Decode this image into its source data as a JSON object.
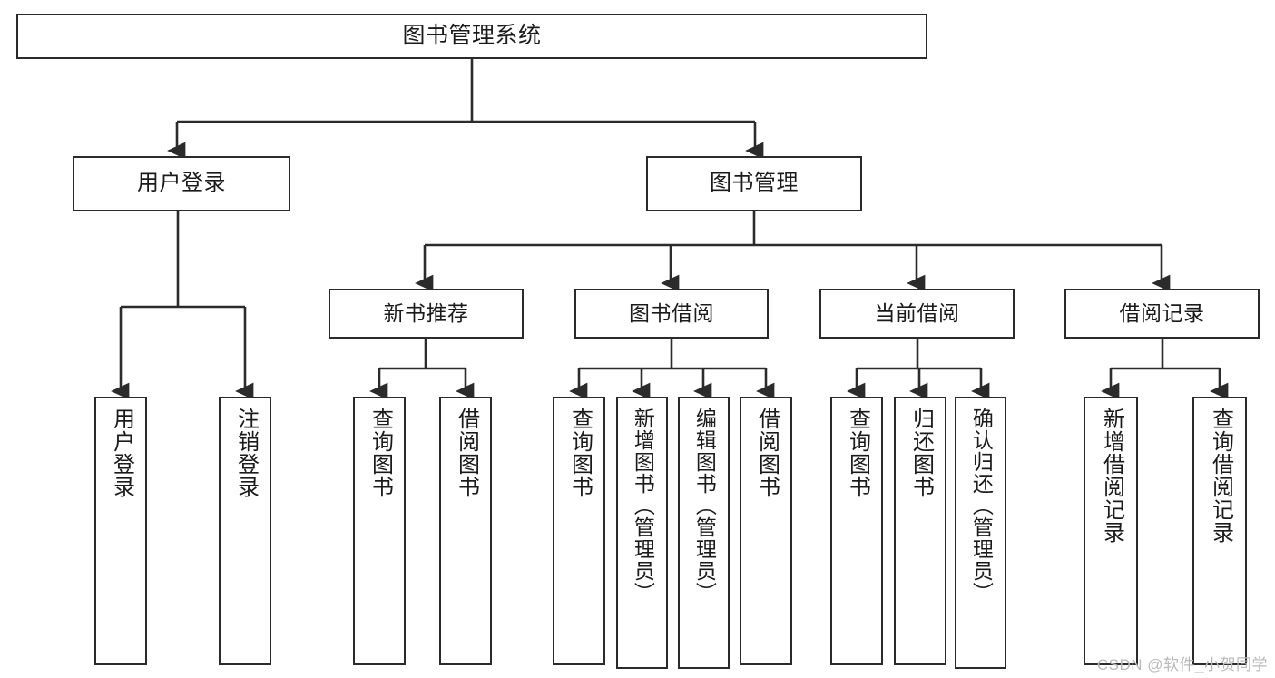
{
  "diagram": {
    "type": "tree",
    "title": "图书管理系统",
    "root": {
      "label": "图书管理系统"
    },
    "level1": [
      {
        "label": "用户登录"
      },
      {
        "label": "图书管理"
      }
    ],
    "level2": [
      {
        "label": "新书推荐"
      },
      {
        "label": "图书借阅"
      },
      {
        "label": "当前借阅"
      },
      {
        "label": "借阅记录"
      }
    ],
    "leaves": {
      "user_login": [
        {
          "label": "用户登录"
        },
        {
          "label": "注销登录"
        }
      ],
      "new_book_recommend": [
        {
          "label": "查询图书"
        },
        {
          "label": "借阅图书"
        }
      ],
      "book_borrow": [
        {
          "label": "查询图书"
        },
        {
          "label": "新增图书（管理员）"
        },
        {
          "label": "编辑图书（管理员）"
        },
        {
          "label": "借阅图书"
        }
      ],
      "current_borrow": [
        {
          "label": "查询图书"
        },
        {
          "label": "归还图书"
        },
        {
          "label": "确认归还（管理员）"
        }
      ],
      "borrow_record": [
        {
          "label": "新增借阅记录"
        },
        {
          "label": "查询借阅记录"
        }
      ]
    }
  },
  "watermark": {
    "text": "CSDN @软件_小贺同学"
  },
  "colors": {
    "stroke": "#2b2b2b",
    "background": "#ffffff",
    "text": "#1b1b1b",
    "watermark": "#b9b9b9"
  }
}
